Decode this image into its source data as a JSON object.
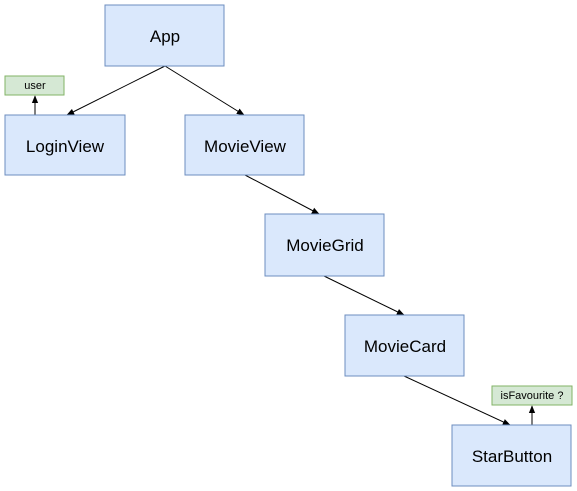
{
  "nodes": {
    "app": "App",
    "login_view": "LoginView",
    "movie_view": "MovieView",
    "movie_grid": "MovieGrid",
    "movie_card": "MovieCard",
    "star_button": "StarButton"
  },
  "state_tags": {
    "user": "user",
    "is_favourite": "isFavourite ?"
  },
  "colors": {
    "node_fill": "#dae8fc",
    "node_stroke": "#6c8ebf",
    "tag_fill": "#d5e8d4",
    "tag_stroke": "#82b366"
  }
}
